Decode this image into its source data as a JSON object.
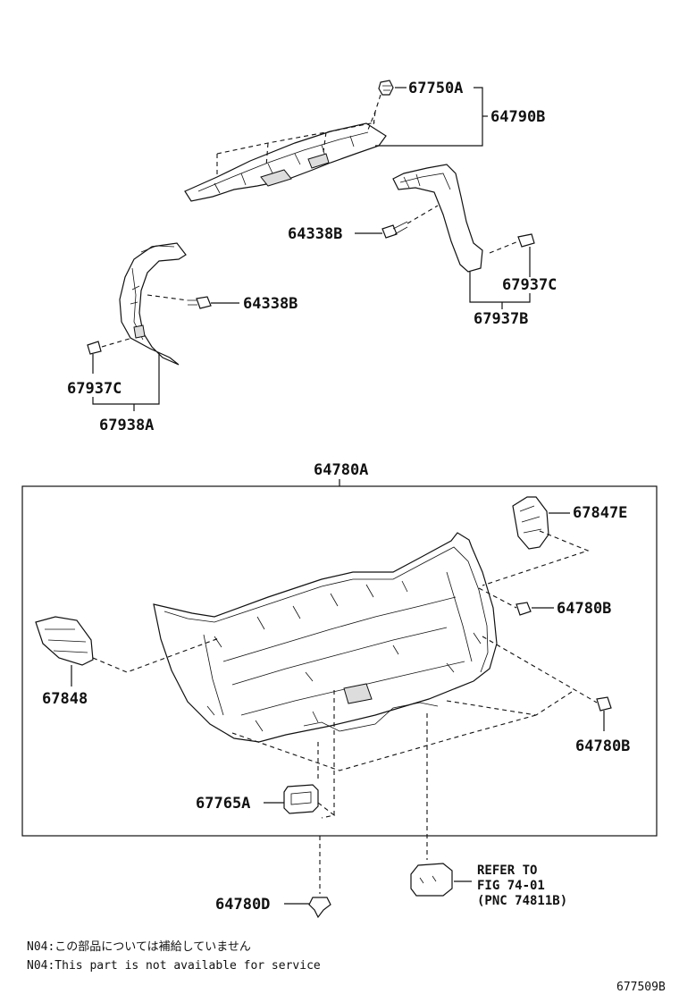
{
  "labels": {
    "p67750A": "67750A",
    "p64790B": "64790B",
    "p64338B_top": "64338B",
    "p64338B_left": "64338B",
    "p67937C_right": "67937C",
    "p67937B": "67937B",
    "p67937C_left": "67937C",
    "p67938A": "67938A",
    "p64780A": "64780A",
    "p67847E": "67847E",
    "p64780B_upper": "64780B",
    "p67848": "67848",
    "p64780B_lower": "64780B",
    "p67765A": "67765A",
    "p64780D": "64780D"
  },
  "refer": {
    "line1": "REFER TO",
    "line2": "FIG 74-01",
    "line3": "(PNC 74811B)"
  },
  "notes": {
    "jp": "N04:この部品については補給していません",
    "en": "N04:This part is not available for service"
  },
  "figure_id": "677509B"
}
